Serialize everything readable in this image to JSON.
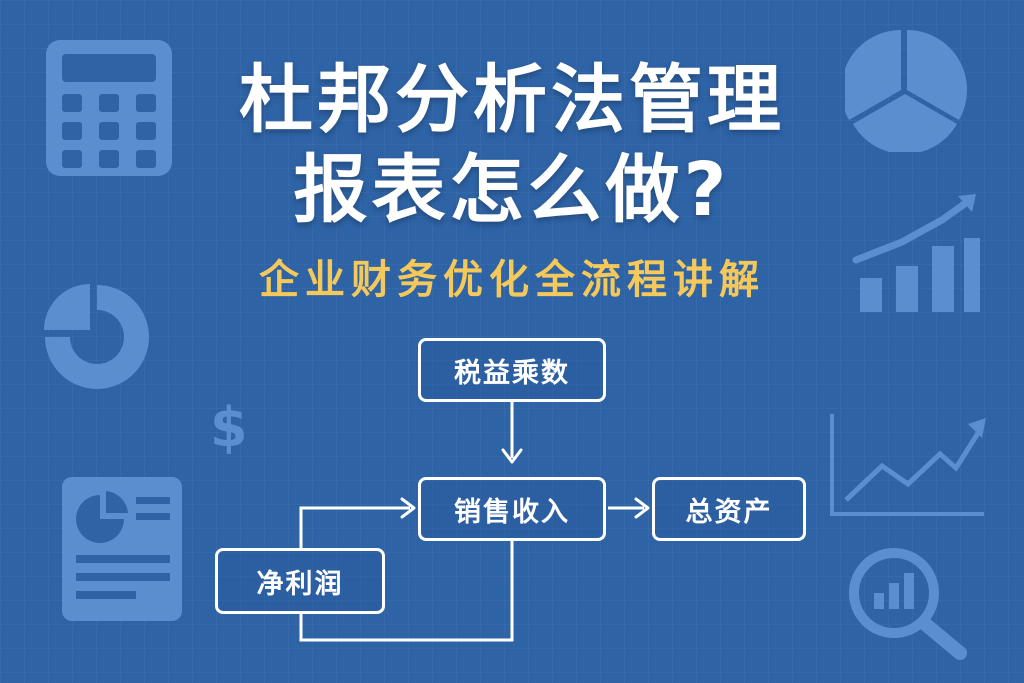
{
  "title": {
    "line1": "杜邦分析法管理",
    "line2": "报表怎么做?"
  },
  "subtitle": "企业财务优化全流程讲解",
  "diagram": {
    "nodes": {
      "tax": "税益乘数",
      "sales": "销售收入",
      "assets": "总资产",
      "profit": "净利润"
    }
  },
  "icons": {
    "dollar": "$"
  },
  "colors": {
    "background": "#2e63a6",
    "accent": "#f5c85a",
    "icon": "#5a8fcf"
  }
}
